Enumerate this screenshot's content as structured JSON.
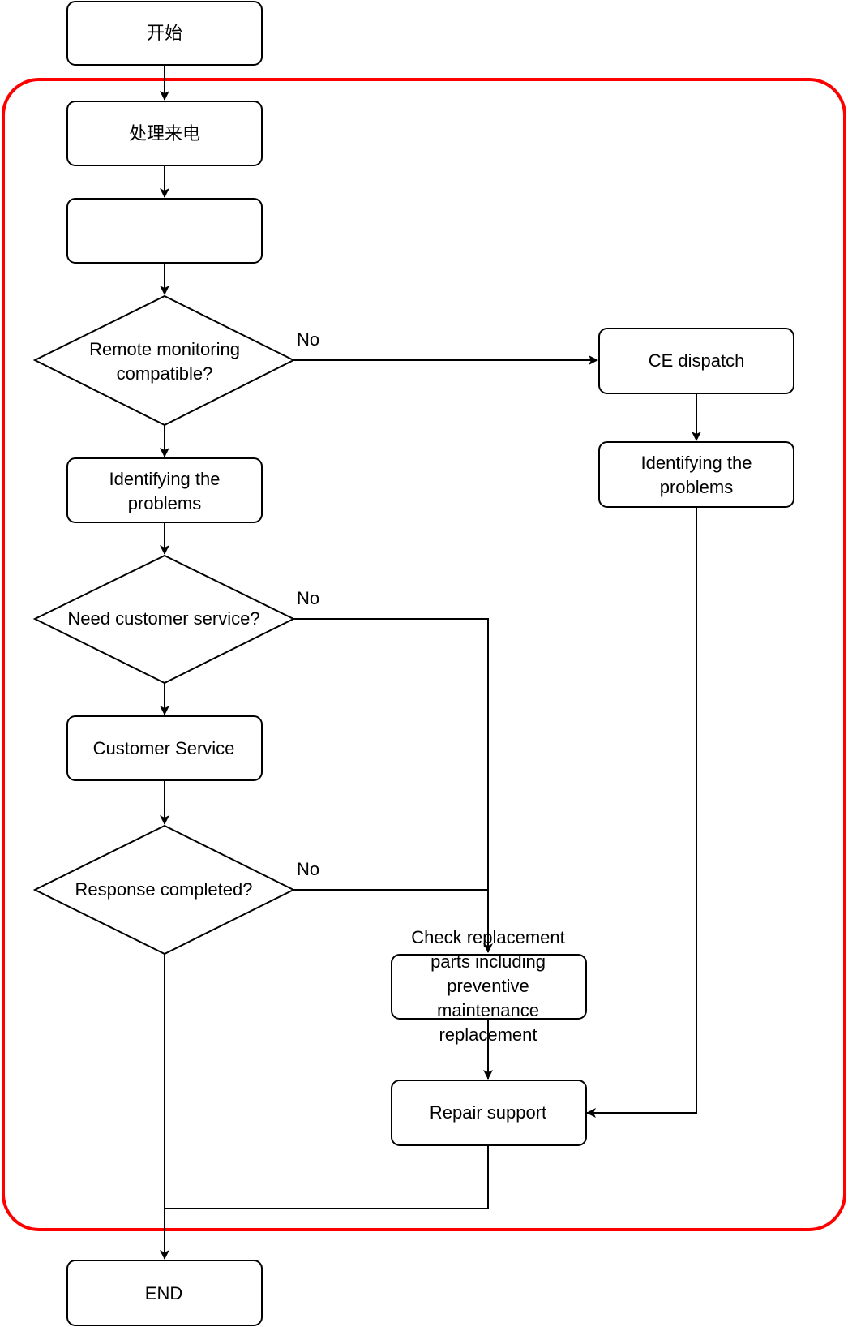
{
  "diagram": {
    "nodes": {
      "start": "开始",
      "handle_call": "处理来电",
      "blank": "",
      "remote_monitoring": [
        "Remote monitoring",
        "compatible?"
      ],
      "identify_left": [
        "Identifying the",
        "problems"
      ],
      "need_service": "Need customer service?",
      "customer_service": "Customer Service",
      "response_completed": "Response completed?",
      "check_replacement": [
        "Check replacement",
        "parts including",
        "preventive",
        "maintenance",
        "replacement"
      ],
      "repair_support": "Repair support",
      "ce_dispatch": "CE dispatch",
      "identify_right": [
        "Identifying the",
        "problems"
      ],
      "end": "END"
    },
    "edge_labels": {
      "no_remote": "No",
      "no_service": "No",
      "no_response": "No"
    }
  },
  "colors": {
    "stroke": "#000000",
    "group_border": "#ff0000",
    "fill": "#ffffff"
  }
}
